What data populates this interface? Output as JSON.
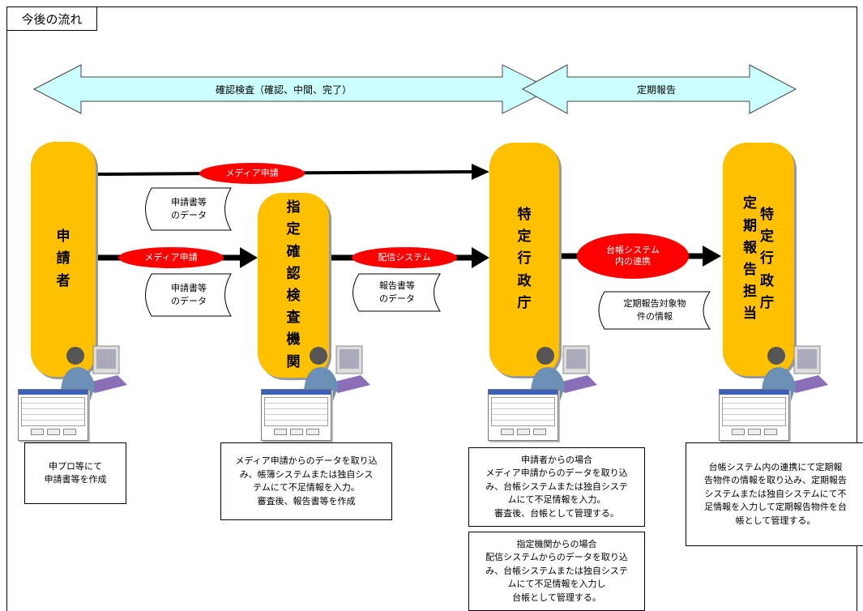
{
  "title": "今後の流れ",
  "banner": {
    "left_label": "確認検査（確認、中間、完了）",
    "right_label": "定期報告"
  },
  "actors": {
    "applicant": "申\n請\n者",
    "agency": "指\n定\n確\n認\n検\n査\n機\n関",
    "government": "特\n定\n行\n政\n庁",
    "periodic_gov": "特\n定\n行\n政\n庁",
    "periodic_col": "定\n期\n報\n告\n担\n当"
  },
  "connectors": {
    "media_top": "メディア申請",
    "media_mid": "メディア申請",
    "delivery": "配信システム",
    "ledger_line1": "台帳システム",
    "ledger_line2": "内の連携"
  },
  "documents": {
    "doc1_line1": "申請書等",
    "doc1_line2": "のデータ",
    "doc2_line1": "申請書等",
    "doc2_line2": "のデータ",
    "doc3_line1": "報告書等",
    "doc3_line2": "のデータ",
    "doc4_line1": "定期報告対象物",
    "doc4_line2": "件の情報"
  },
  "notes": {
    "applicant": "申プロ等にて\n申請書等を作成",
    "agency": "メディア申請からのデータを取り込\nみ、帳簿システムまたは独自シス\nテムにて不足情報を入力。\n審査後、報告書等を作成",
    "government_a": "申請者からの場合\nメディア申請からのデータを取り込\nみ、台帳システムまたは独自システ\nムにて不足情報を入力。\n審査後、台帳として管理する。",
    "government_b": "指定機関からの場合\n配信システムからのデータを取り込\nみ、台帳システムまたは独自システ\nムにて不足情報を入力し\n台帳として管理する。",
    "periodic": "台帳システム内の連携にて定期報\n告物件の情報を取り込み、定期報告\nシステムまたは独自システムにて不\n足情報を入力して定期報告物件を台\n帳として管理する。"
  },
  "colors": {
    "pill": "#FFC000",
    "oval": "#FF0000",
    "banner_fill": "#CCFFFF",
    "arrow": "#000000"
  }
}
